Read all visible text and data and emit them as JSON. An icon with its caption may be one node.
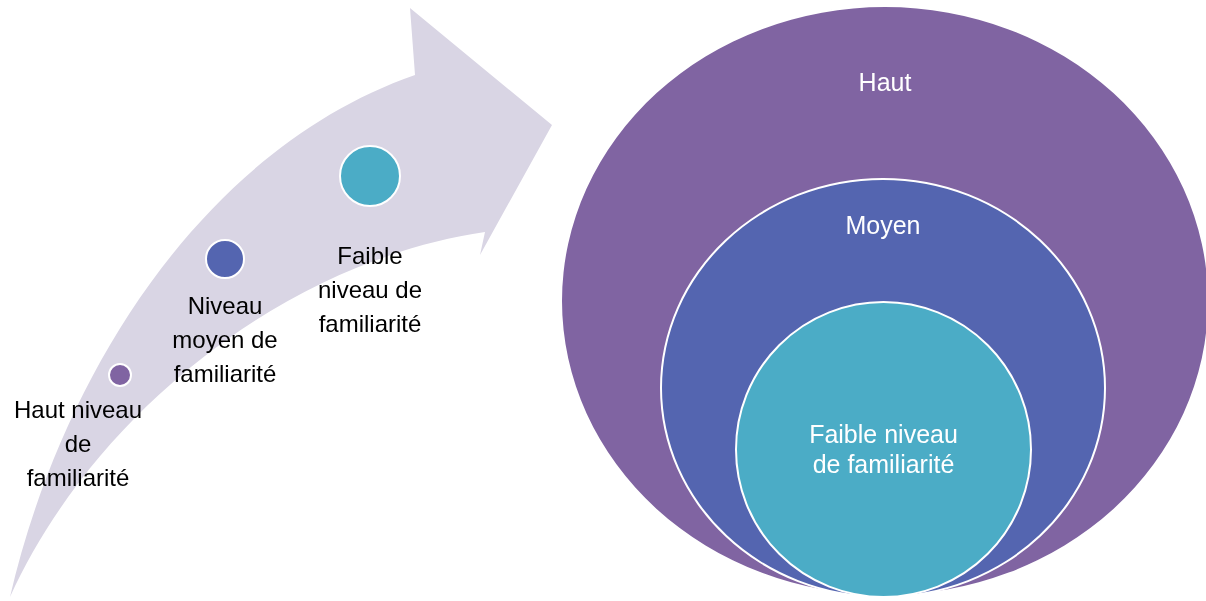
{
  "diagram": {
    "nodes": [
      {
        "text": [],
        "shape": "circle",
        "beside": [
          "Haut niveau de familiarité"
        ]
      },
      {
        "text": [],
        "shape": "circle",
        "beside": [
          "Niveau moyen de familiarité"
        ]
      },
      {
        "text": [],
        "shape": "circle",
        "beside": [
          "Faible niveau de familiarité"
        ]
      },
      {
        "text": [
          "Haut"
        ]
      },
      {
        "text": [
          "Moyen"
        ],
        "in": 3
      },
      {
        "text": [
          "Faible niveau de familiarité"
        ],
        "in": 4
      }
    ],
    "edges": []
  }
}
